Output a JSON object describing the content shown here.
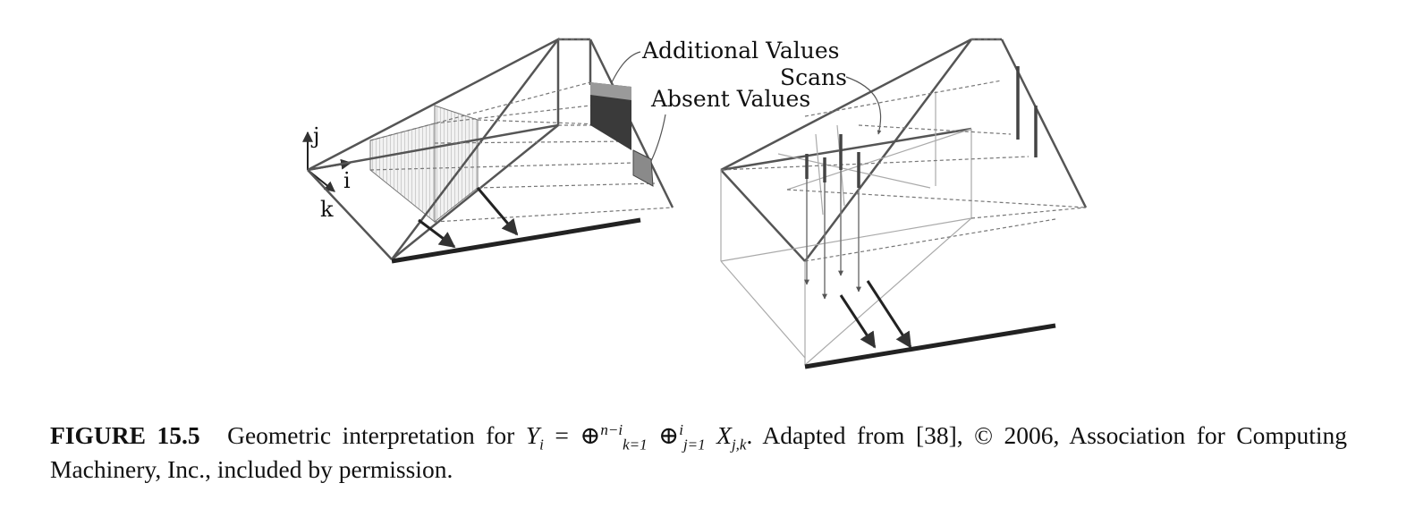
{
  "figure": {
    "labels": {
      "additional_values": "Additional Values",
      "scans": "Scans",
      "absent_values": "Absent Values",
      "axis_j": "j",
      "axis_i": "i",
      "axis_k": "k"
    }
  },
  "caption": {
    "figure_label": "FIGURE 15.5",
    "text_before": "Geometric interpretation for",
    "formula": {
      "lhs": "Y",
      "lhs_sub": "i",
      "op": "⊕",
      "sum1_sup": "n−i",
      "sum1_sub": "k=1",
      "sum2_sup": "i",
      "sum2_sub": "j=1",
      "term": "X",
      "term_sub": "j,k"
    },
    "text_after": ". Adapted from [38], © 2006, Association for Computing Machinery, Inc., included by permission."
  }
}
